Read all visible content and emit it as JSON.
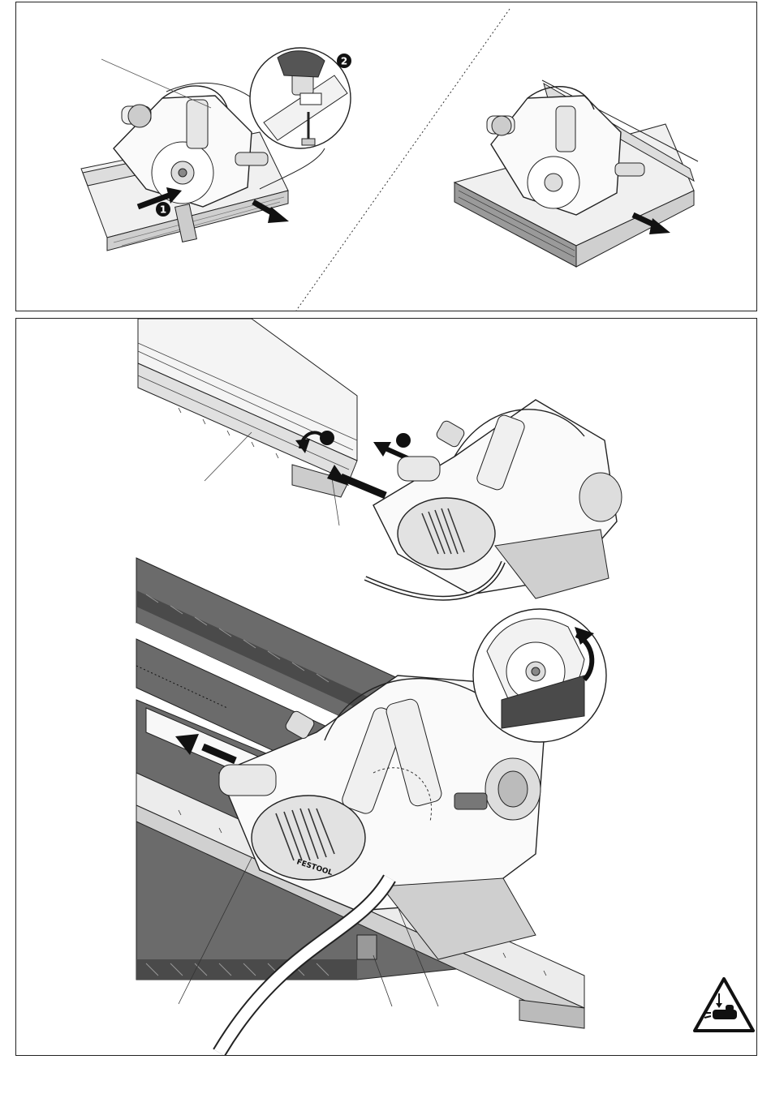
{
  "steps": {
    "step1": "1",
    "step2": "2"
  },
  "brand": {
    "logo_text": "FESTOOL"
  },
  "icons": {
    "warning": "hand-pinch-warning-icon"
  },
  "colors": {
    "line": "#222222",
    "wood": "#6b6b6b",
    "wood_dark": "#4a4a4a",
    "light_gray": "#e8e8e8",
    "mid_gray": "#bdbdbd"
  }
}
